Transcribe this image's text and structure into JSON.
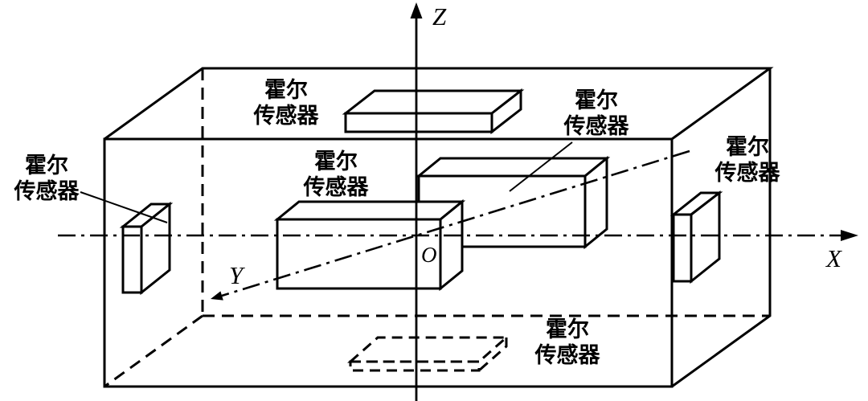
{
  "figure": {
    "axis_labels": {
      "x": "X",
      "y": "Y",
      "z": "Z",
      "origin": "O"
    },
    "sensors": [
      {
        "id": "top-face",
        "label_line1": "霍尔",
        "label_line2": "传感器"
      },
      {
        "id": "x-axis-right-bar",
        "label_line1": "霍尔",
        "label_line2": "传感器"
      },
      {
        "id": "x-axis-left-bar",
        "label_line1": "霍尔",
        "label_line2": "传感器"
      },
      {
        "id": "left-face",
        "label_line1": "霍尔",
        "label_line2": "传感器"
      },
      {
        "id": "right-face",
        "label_line1": "霍尔",
        "label_line2": "传感器"
      },
      {
        "id": "bottom-face",
        "label_line1": "霍尔",
        "label_line2": "传感器"
      }
    ]
  }
}
